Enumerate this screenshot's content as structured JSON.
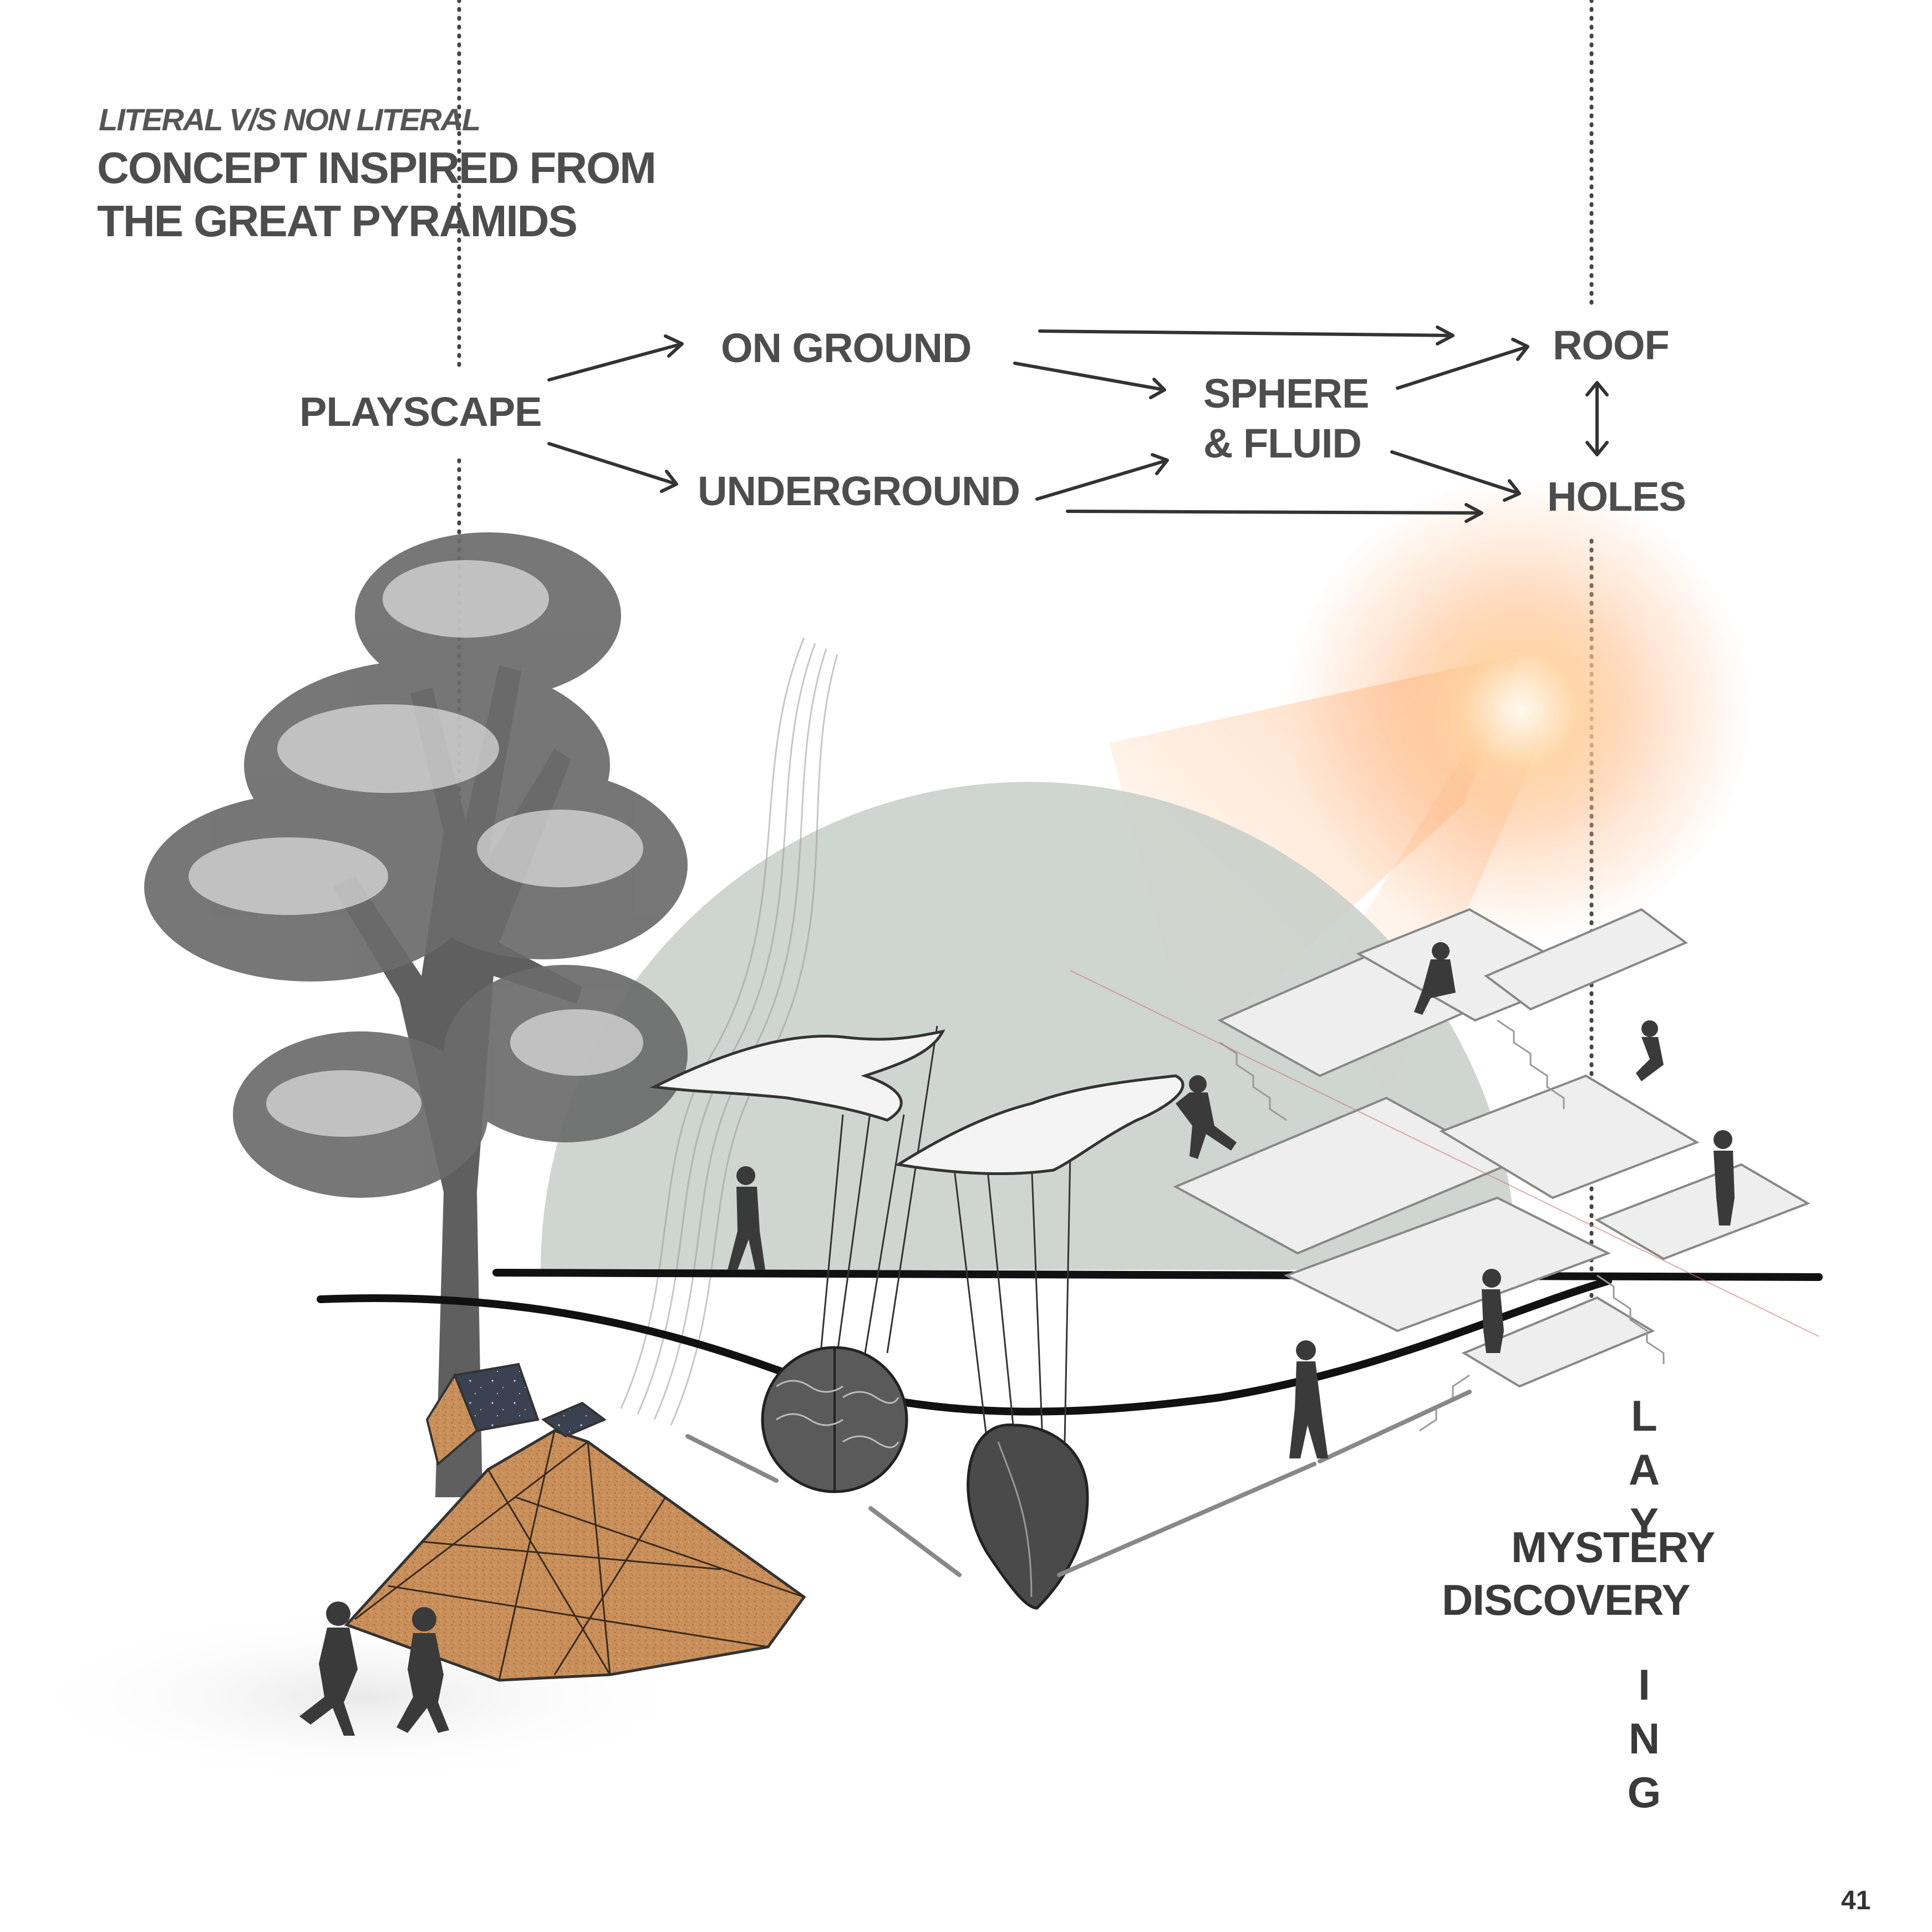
{
  "header": {
    "subtitle": "LITERAL V/S NON LITERAL",
    "title_line1": "CONCEPT INSPIRED FROM",
    "title_line2": "THE GREAT PYRAMIDS"
  },
  "flow": {
    "playscape": "PLAYSCAPE",
    "on_ground": "ON GROUND",
    "underground": "UNDERGROUND",
    "sphere_line1": "SPHERE",
    "sphere_line2": "& FLUID",
    "roof": "ROOF",
    "holes": "HOLES"
  },
  "keywords": {
    "playing_letters": [
      "L",
      "A",
      "Y",
      "I",
      "N",
      "G"
    ],
    "mystery": "MYSTERY",
    "discovery": "DISCOVERY"
  },
  "page_number": "41",
  "colors": {
    "text": "#4a4a4a",
    "dome": "#c7cec8",
    "pyramid": "#c98f5a",
    "sun": "#ffb070",
    "tree": "#6b6b6b",
    "ground_line": "#111111"
  }
}
